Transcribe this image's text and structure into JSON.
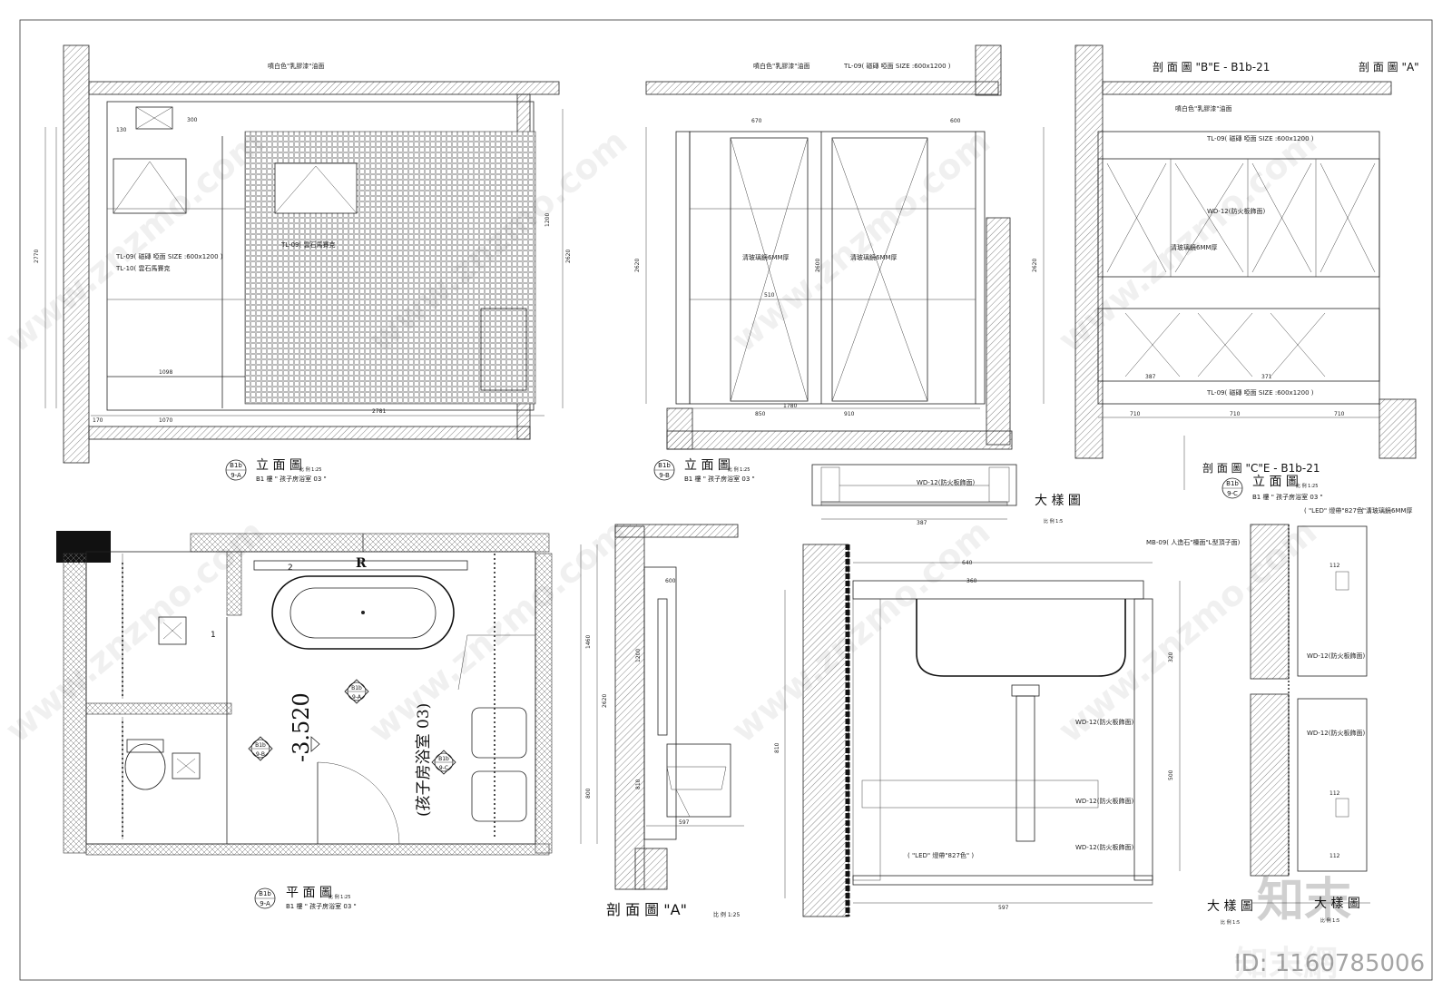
{
  "views": {
    "elev_a": {
      "title": "立 面 圖",
      "tag_top": "B1b",
      "tag_bottom": "9-A",
      "scale": "比 例 1:25",
      "subtitle": "B1 樓 \" 孩子房浴室 03 \"",
      "notes": [
        "噴白色\"乳膠漆\"油面",
        "TL-09( 磁磚 啞面 SIZE :600x1200 )",
        "TL-10( 雲石馬賽克",
        "TL-09( 雲石馬賽克"
      ],
      "dims": [
        "2770",
        "2620",
        "2781",
        "1200",
        "1098",
        "1070",
        "170",
        "300",
        "130"
      ]
    },
    "elev_b": {
      "title": "立 面 圖",
      "tag_top": "B1b",
      "tag_bottom": "9-B",
      "scale": "比 例 1:25",
      "subtitle": "B1 樓 \" 孩子房浴室 03 \"",
      "notes": [
        "噴白色\"乳膠漆\"油面",
        "TL-09( 磁磚 啞面 SIZE :600x1200 )",
        "清玻璃鏡6MM厚",
        "清玻璃鏡6MM厚"
      ],
      "dims": [
        "2620",
        "2600",
        "670",
        "600",
        "1780",
        "850",
        "910",
        "510"
      ]
    },
    "elev_c": {
      "title": "立 面 圖",
      "tag_top": "B1b",
      "tag_bottom": "9-C",
      "scale": "比 例 1:25",
      "subtitle": "B1 樓 \" 孩子房浴室 03 \"",
      "section_b": "剖 面 圖 \"B\"E - B1b-21",
      "section_a_top": "剖 面 圖 \"A\"",
      "section_c": "剖 面 圖 \"C\"E - B1b-21",
      "notes": [
        "噴白色\"乳膠漆\"油面",
        "TL-09( 磁磚 啞面 SIZE :600x1200 )",
        "WD-12(防火板飾面)",
        "清玻璃鏡6MM厚",
        "TL-09( 磁磚 啞面 SIZE :600x1200 )"
      ],
      "dims": [
        "2620",
        "710",
        "710",
        "710",
        "387",
        "371"
      ]
    },
    "plan": {
      "title": "平 面 圖",
      "tag_top": "B1b",
      "tag_bottom": "9-A",
      "scale": "比 例 1:25",
      "subtitle": "B1 樓 \" 孩子房浴室 03 \"",
      "level": "-3.520",
      "room_label": "(孩子房浴室 03)",
      "markers": [
        {
          "top": "B1b",
          "bottom": "9-A"
        },
        {
          "top": "B1b",
          "bottom": "9-B"
        },
        {
          "top": "B1b",
          "bottom": "9-C"
        }
      ],
      "bath_mark": "R",
      "num_2": "2",
      "num_1": "1"
    },
    "section_a": {
      "title": "剖 面 圖 \"A\"",
      "scale": "比 例 1:25",
      "dims": [
        "2620",
        "1460",
        "1200",
        "810",
        "800",
        "600",
        "597"
      ]
    },
    "detail_top": {
      "title": "大 樣 圖",
      "scale": "比 例 1:5",
      "notes": [
        "WD-12(防火板飾面)"
      ],
      "dims": [
        "387"
      ]
    },
    "detail_mid": {
      "title": "大 樣 圖",
      "scale": "比 例 1:5",
      "notes": [
        "MB-09( 人造石\"檯面\"L型頂子面)",
        "WD-12(防火板飾面)",
        "WD-12(防火板飾面)",
        "WD-12(防火板飾面)",
        "( \"LED\" 燈帶\"827色\" )"
      ],
      "dims": [
        "640",
        "360",
        "810",
        "320",
        "500",
        "597"
      ]
    },
    "detail_right": {
      "title": "大 樣 圖",
      "scale": "比 例 1:5",
      "notes": [
        "( \"LED\" 燈帶\"827色\" )",
        "( 清玻璃鏡6MM厚",
        "WD-12(防火板飾面)",
        "WD-12(防火板飾面)"
      ],
      "dims": [
        "112",
        "112",
        "112"
      ]
    }
  },
  "watermark": {
    "site": "www.znzmo.com",
    "brand_cn": "知末網",
    "logo": "知末",
    "id_text": "ID: 1160785006"
  },
  "colors": {
    "line": "#222222",
    "hatch": "#666666",
    "background": "#ffffff"
  }
}
